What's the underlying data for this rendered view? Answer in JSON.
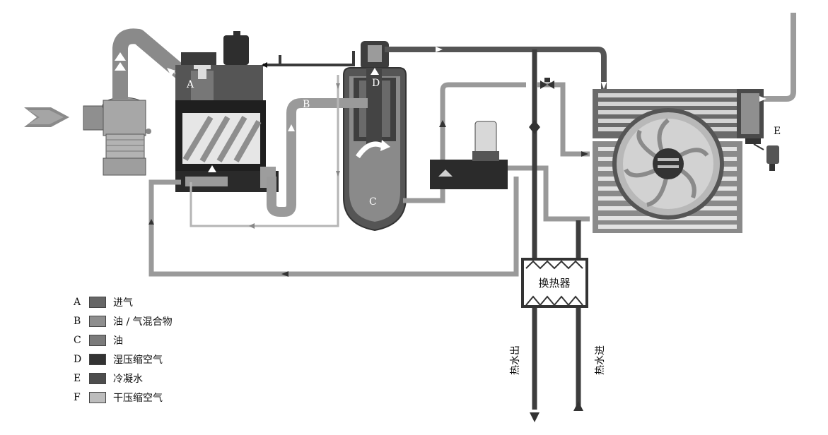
{
  "labels": {
    "A": "A",
    "B": "B",
    "C": "C",
    "D": "D",
    "E": "E",
    "heat_exchanger": "换热器",
    "hot_water_out": "热水出",
    "hot_water_in": "热水进"
  },
  "colors": {
    "intake": "#7a7a7a",
    "oil_air_mix": "#9a9a9a",
    "oil": "#8c8c8c",
    "wet_air": "#3f3f3f",
    "condensate": "#555555",
    "dry_air": "#c8c8c8"
  },
  "legend": [
    {
      "letter": "A",
      "text": "进气",
      "color": "#666666"
    },
    {
      "letter": "B",
      "text": "油 / 气混合物",
      "color": "#8e8e8e"
    },
    {
      "letter": "C",
      "text": "油",
      "color": "#7b7b7b"
    },
    {
      "letter": "D",
      "text": "湿压缩空气",
      "color": "#333333"
    },
    {
      "letter": "E",
      "text": "冷凝水",
      "color": "#4d4d4d"
    },
    {
      "letter": "F",
      "text": "干压缩空气",
      "color": "#bdbdbd"
    }
  ]
}
